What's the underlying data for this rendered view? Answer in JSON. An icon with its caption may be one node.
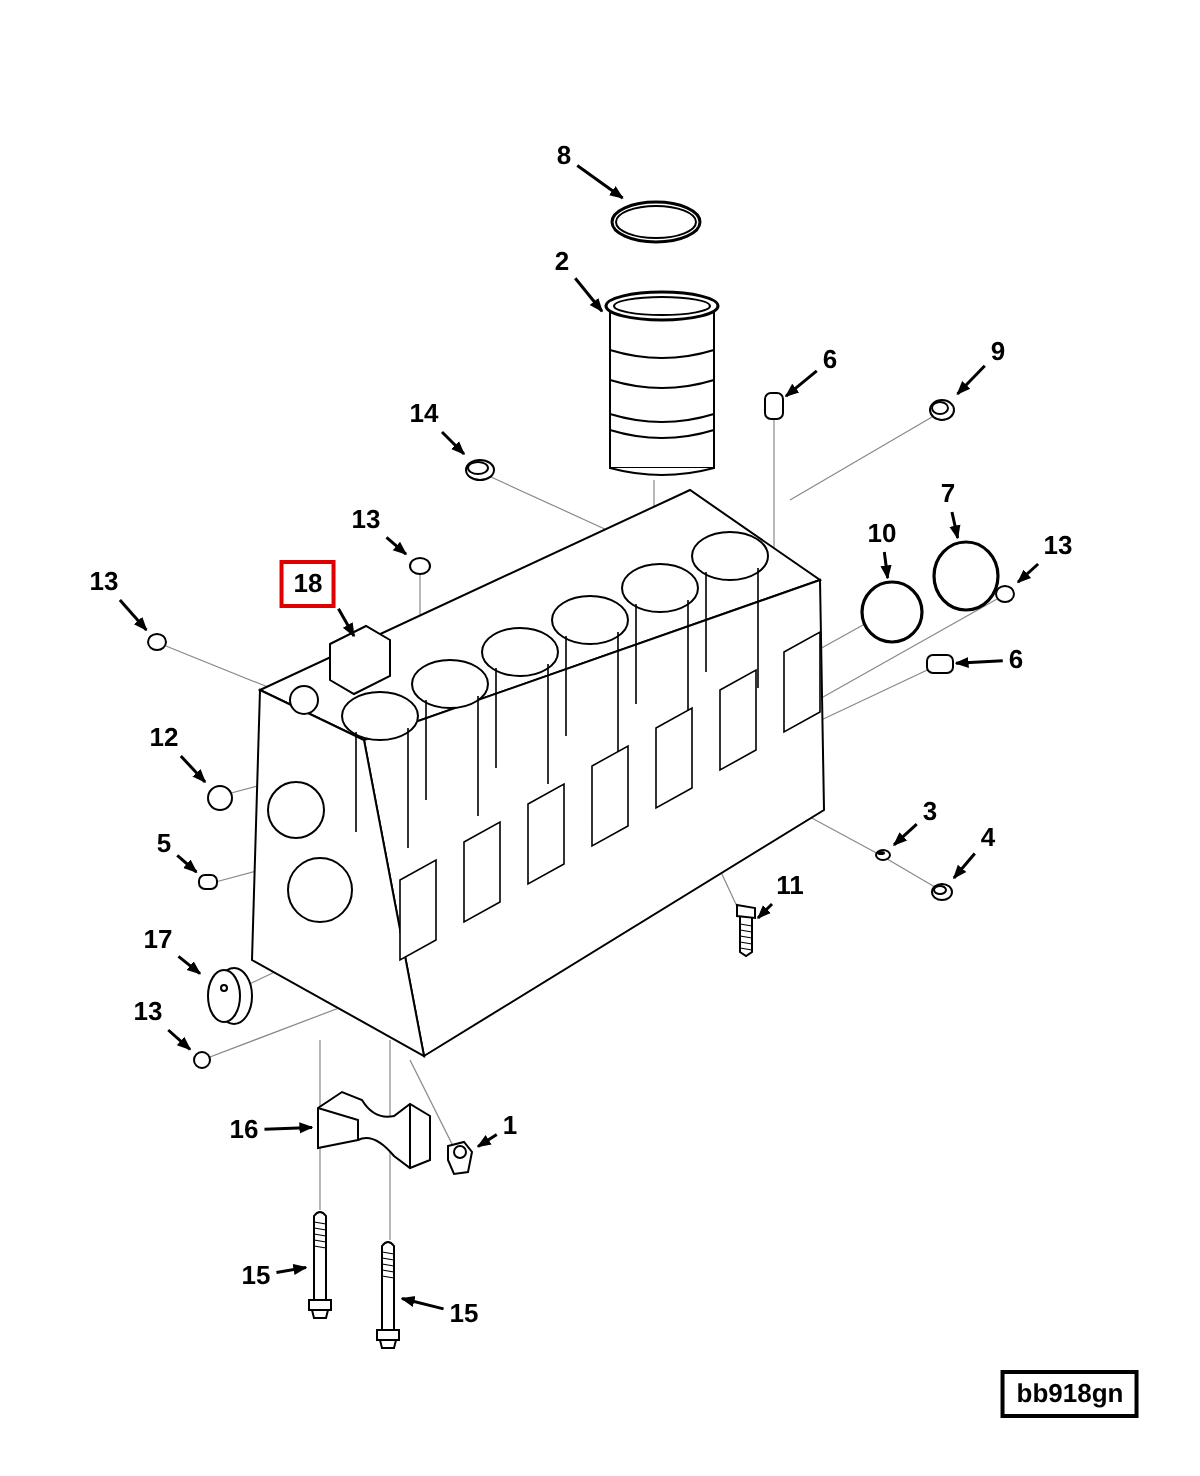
{
  "diagram": {
    "nodes": [
      {
        "text": [
          "8"
        ]
      },
      {
        "text": [
          "2"
        ]
      },
      {
        "text": [
          "14"
        ]
      },
      {
        "text": [
          "13"
        ]
      },
      {
        "text": [
          "18"
        ]
      },
      {
        "text": [
          "13"
        ]
      },
      {
        "text": [
          "6"
        ]
      },
      {
        "text": [
          "9"
        ]
      },
      {
        "text": [
          "10"
        ]
      },
      {
        "text": [
          "7"
        ]
      },
      {
        "text": [
          "13"
        ]
      },
      {
        "text": [
          "6"
        ]
      },
      {
        "text": [
          "12"
        ]
      },
      {
        "text": [
          "5"
        ]
      },
      {
        "text": [
          "17"
        ]
      },
      {
        "text": [
          "13"
        ]
      },
      {
        "text": [
          "3"
        ]
      },
      {
        "text": [
          "4"
        ]
      },
      {
        "text": [
          "11"
        ]
      },
      {
        "text": [
          "16"
        ]
      },
      {
        "text": [
          "1"
        ]
      },
      {
        "text": [
          "15"
        ]
      },
      {
        "text": [
          "15"
        ]
      },
      {
        "text": [
          "bb918gn"
        ]
      },
      {
        "text": [],
        "shape": "picture"
      },
      {
        "text": [],
        "shape": "picture"
      },
      {
        "text": [],
        "shape": "picture"
      },
      {
        "text": [],
        "shape": "circle"
      },
      {
        "text": [],
        "shape": "picture"
      },
      {
        "text": [],
        "shape": "circle"
      },
      {
        "text": [],
        "shape": "box"
      },
      {
        "text": [],
        "shape": "picture"
      },
      {
        "text": [],
        "shape": "circle"
      },
      {
        "text": [],
        "shape": "circle"
      },
      {
        "text": [],
        "shape": "circle"
      },
      {
        "text": [],
        "shape": "box"
      },
      {
        "text": [],
        "shape": "circle"
      },
      {
        "text": [],
        "shape": "box"
      },
      {
        "text": [],
        "shape": "picture"
      },
      {
        "text": [],
        "shape": "circle"
      },
      {
        "text": [],
        "shape": "picture"
      },
      {
        "text": [],
        "shape": "picture"
      },
      {
        "text": [],
        "shape": "picture"
      },
      {
        "text": [],
        "shape": "picture"
      },
      {
        "text": [],
        "shape": "picture"
      },
      {
        "text": [],
        "shape": "picture"
      },
      {
        "text": [],
        "shape": "picture"
      }
    ],
    "edges": [
      {
        "from": 0,
        "to": 24,
        "arrow": "to"
      },
      {
        "from": 1,
        "to": 25,
        "arrow": "to"
      },
      {
        "from": 2,
        "to": 26,
        "arrow": "to"
      },
      {
        "from": 3,
        "to": 27,
        "arrow": "to"
      },
      {
        "from": 4,
        "to": 28,
        "arrow": "to"
      },
      {
        "from": 5,
        "to": 29,
        "arrow": "to"
      },
      {
        "from": 6,
        "to": 30,
        "arrow": "to"
      },
      {
        "from": 7,
        "to": 31,
        "arrow": "to"
      },
      {
        "from": 8,
        "to": 32,
        "arrow": "to"
      },
      {
        "from": 9,
        "to": 33,
        "arrow": "to"
      },
      {
        "from": 10,
        "to": 34,
        "arrow": "to"
      },
      {
        "from": 11,
        "to": 35,
        "arrow": "to"
      },
      {
        "from": 12,
        "to": 36,
        "arrow": "to"
      },
      {
        "from": 13,
        "to": 37,
        "arrow": "to"
      },
      {
        "from": 14,
        "to": 38,
        "arrow": "to"
      },
      {
        "from": 15,
        "to": 39,
        "arrow": "to"
      },
      {
        "from": 16,
        "to": 40,
        "arrow": "to"
      },
      {
        "from": 17,
        "to": 41,
        "arrow": "to"
      },
      {
        "from": 18,
        "to": 42,
        "arrow": "to"
      },
      {
        "from": 19,
        "to": 43,
        "arrow": "to"
      },
      {
        "from": 20,
        "to": 44,
        "arrow": "to"
      },
      {
        "from": 21,
        "to": 45,
        "arrow": "to"
      },
      {
        "from": 22,
        "to": 46,
        "arrow": "to"
      }
    ]
  }
}
